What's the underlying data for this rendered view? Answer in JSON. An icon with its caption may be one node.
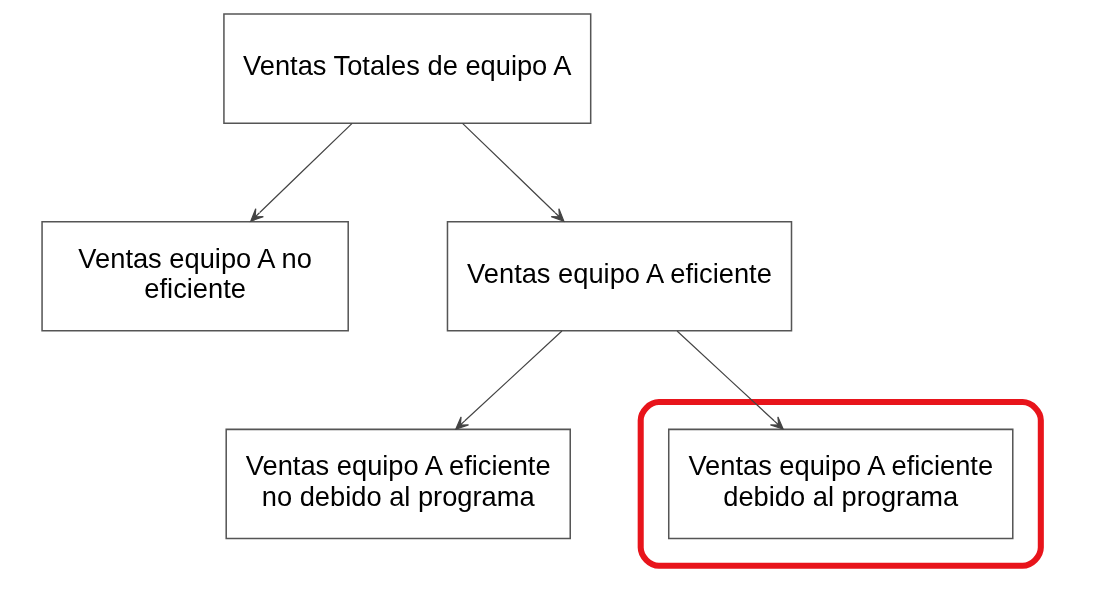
{
  "diagram": {
    "nodes": [
      {
        "text": [
          "Ventas Totales de equipo A"
        ]
      },
      {
        "text": [
          "Ventas equipo A no eficiente"
        ]
      },
      {
        "text": [
          "Ventas equipo A eficiente"
        ]
      },
      {
        "text": [
          "Ventas equipo A eficiente no debido al programa"
        ]
      },
      {
        "text": [],
        "shape": "ellipse"
      },
      {
        "text": [
          "Ventas equipo A eficiente debido al programa"
        ],
        "in": 4
      }
    ],
    "edges": [
      {
        "from": 0,
        "to": 1,
        "arrow": "to"
      },
      {
        "from": 0,
        "to": 2,
        "arrow": "to"
      },
      {
        "from": 2,
        "to": 3,
        "arrow": "to"
      },
      {
        "from": 2,
        "to": 5,
        "arrow": "to"
      }
    ]
  }
}
